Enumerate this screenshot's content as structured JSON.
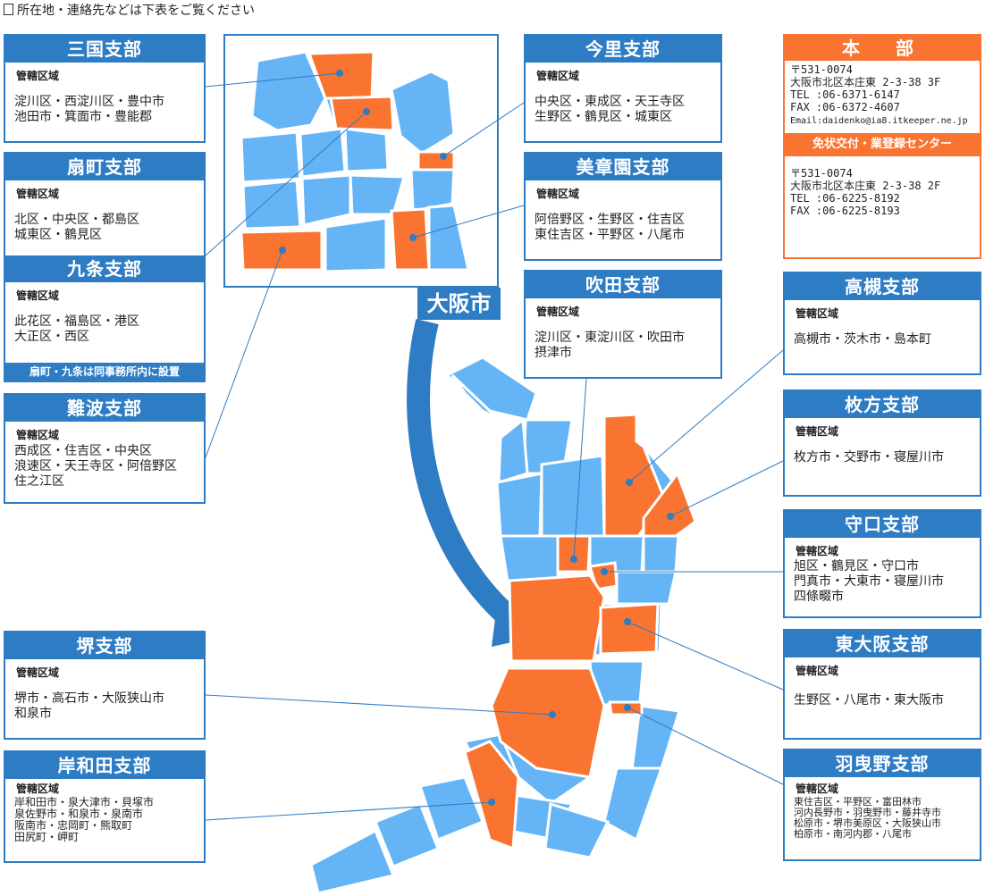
{
  "note": "所在地・連絡先などは下表をご覧ください",
  "city_label": "大阪市",
  "area_label": "管轄区域",
  "colors": {
    "blue": "#2e7cc4",
    "light_blue": "#64b4f6",
    "orange": "#f97430"
  },
  "branches": {
    "mikuni": {
      "title": "三国支部",
      "areas": "淀川区・西淀川区・豊中市\n池田市・箕面市・豊能郡"
    },
    "ogimachi": {
      "title": "扇町支部",
      "areas": "北区・中央区・都島区\n城東区・鶴見区"
    },
    "kujo": {
      "title": "九条支部",
      "areas": "此花区・福島区・港区\n大正区・西区",
      "note": "扇町・九条は同事務所内に設置"
    },
    "namba": {
      "title": "難波支部",
      "areas": "西成区・住吉区・中央区\n浪速区・天王寺区・阿倍野区\n住之江区"
    },
    "imazato": {
      "title": "今里支部",
      "areas": "中央区・東成区・天王寺区\n生野区・鶴見区・城東区"
    },
    "bishoen": {
      "title": "美章園支部",
      "areas": "阿倍野区・生野区・住吉区\n東住吉区・平野区・八尾市"
    },
    "suita": {
      "title": "吹田支部",
      "areas": "淀川区・東淀川区・吹田市\n摂津市"
    },
    "takatsuki": {
      "title": "高槻支部",
      "areas": "高槻市・茨木市・島本町"
    },
    "hirakata": {
      "title": "枚方支部",
      "areas": "枚方市・交野市・寝屋川市"
    },
    "moriguchi": {
      "title": "守口支部",
      "areas": "旭区・鶴見区・守口市\n門真市・大東市・寝屋川市\n四條畷市"
    },
    "higashiosaka": {
      "title": "東大阪支部",
      "areas": "生野区・八尾市・東大阪市"
    },
    "habikino": {
      "title": "羽曳野支部",
      "areas": "東住吉区・平野区・富田林市\n河内長野市・羽曳野市・藤井寺市\n松原市・堺市美原区・大阪狭山市\n柏原市・南河内郡・八尾市"
    },
    "sakai": {
      "title": "堺支部",
      "areas": "堺市・高石市・大阪狭山市\n和泉市"
    },
    "kishiwada": {
      "title": "岸和田支部",
      "areas": "岸和田市・泉大津市・貝塚市\n泉佐野市・和泉市・泉南市\n阪南市・忠岡町・熊取町\n田尻町・岬町"
    }
  },
  "headquarters": {
    "title": "本　部",
    "address": "〒531-0074\n大阪市北区本庄東 2-3-38 3F\nTEL  :06-6371-6147\nFAX  :06-6372-4607",
    "email": "Email:daidenko@ia8.itkeeper.ne.jp",
    "center_title": "免状交付・業登録センター",
    "center_address": "〒531-0074\n大阪市北区本庄東 2-3-38 2F\nTEL  :06-6225-8192\nFAX  :06-6225-8193"
  }
}
